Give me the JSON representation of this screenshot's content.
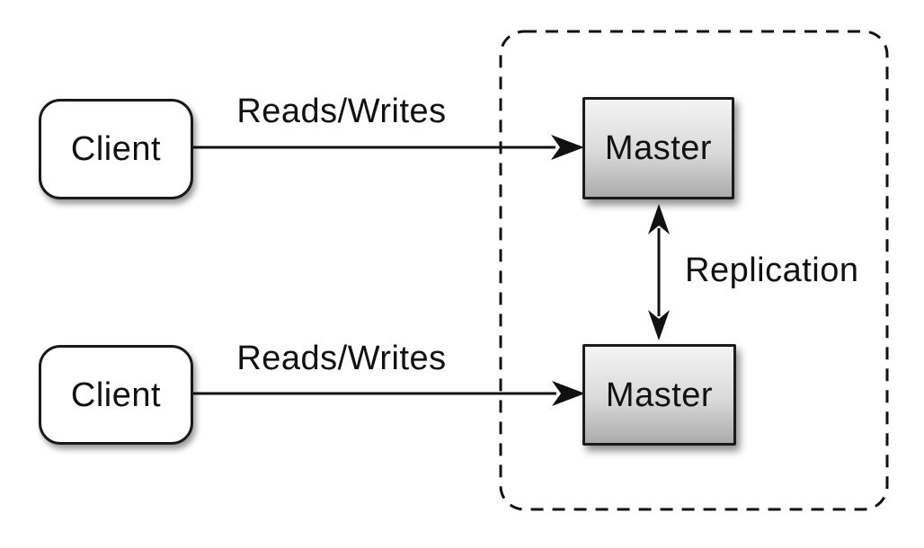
{
  "diagram": {
    "nodes": {
      "client_top": {
        "label": "Client",
        "shape": "rounded-rectangle"
      },
      "client_bottom": {
        "label": "Client",
        "shape": "rounded-rectangle"
      },
      "master_top": {
        "label": "Master",
        "shape": "rectangle"
      },
      "master_bottom": {
        "label": "Master",
        "shape": "rectangle"
      }
    },
    "edges": {
      "client_top_to_master_top": {
        "label": "Reads/Writes",
        "direction": "right"
      },
      "client_bottom_to_master_bottom": {
        "label": "Reads/Writes",
        "direction": "right"
      },
      "master_to_master": {
        "label": "Replication",
        "direction": "both"
      }
    },
    "cluster": {
      "style": "dashed-rounded-rectangle",
      "contains": [
        "master_top",
        "master_bottom"
      ]
    },
    "colors": {
      "background": "#ffffff",
      "line": "#111111",
      "node_border": "#1a1a1a",
      "client_fill": "#ffffff",
      "master_fill_top": "#f4f4f4",
      "master_fill_bottom": "#ababab",
      "text": "#111111"
    }
  }
}
